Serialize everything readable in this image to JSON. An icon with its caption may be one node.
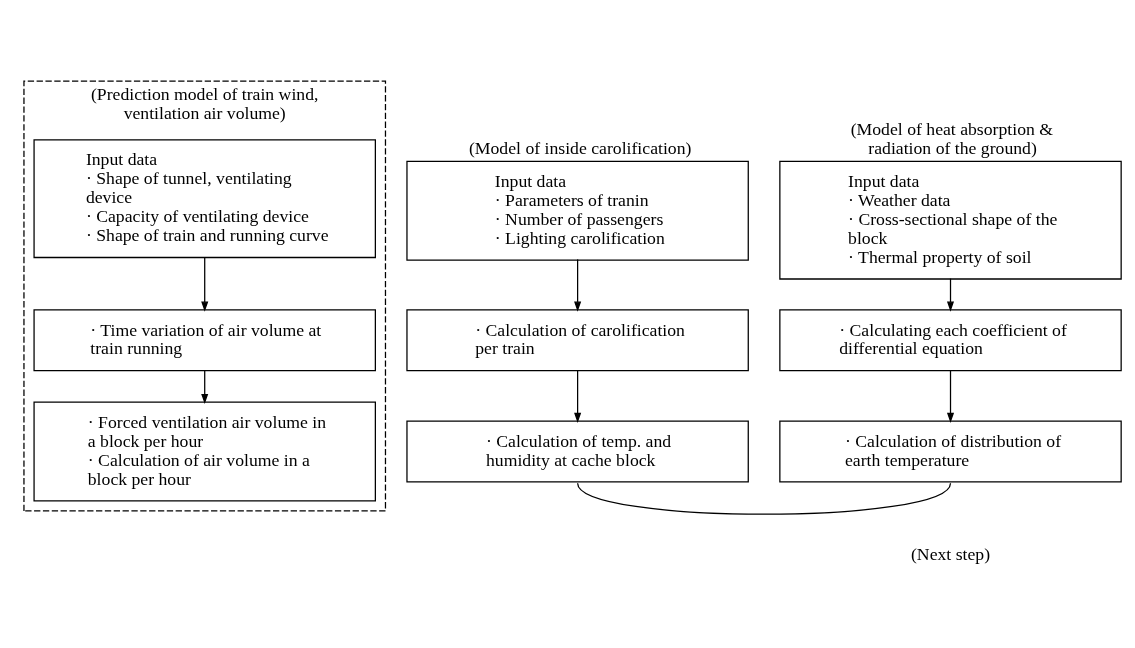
{
  "diagram": {
    "nodes": [
      {
        "text": [
          "(Prediction model of train wind, ventilation air volume)"
        ]
      },
      {
        "text": [
          "Input data",
          "· Shape of tunnel, ventilating device",
          "· Capacity of ventilating device",
          "· Shape of train and running curve"
        ],
        "in": 0
      },
      {
        "text": [
          "· Time variation of air volume at train running"
        ],
        "in": 0
      },
      {
        "text": [
          "· Forced ventilation air volume in a block per hour",
          "· Calculation of air volume in a block per hour"
        ],
        "in": 0
      },
      {
        "text": [
          "Input data",
          "· Parameters of tranin",
          "· Number of passengers",
          "· Lighting carolification"
        ],
        "beside": [
          "(Model of inside carolification)"
        ]
      },
      {
        "text": [
          "· Calculation of carolification per train"
        ]
      },
      {
        "text": [
          "· Calculation of temp. and humidity at cache block"
        ]
      },
      {
        "text": [
          "Input data",
          "· Weather data",
          "· Cross-sectional shape of the block",
          "· Thermal property of soil"
        ],
        "beside": [
          "(Model of heat absorption & radiation of the ground)"
        ]
      },
      {
        "text": [
          "· Calculating each coefficient of differential equation"
        ]
      },
      {
        "text": [
          "· Calculation of distribution of earth temperature"
        ]
      }
    ],
    "edges": [
      {
        "from": 1,
        "to": 2,
        "arrow": "to"
      },
      {
        "from": 2,
        "to": 3,
        "arrow": "to"
      },
      {
        "from": 4,
        "to": 5,
        "arrow": "to"
      },
      {
        "from": 5,
        "to": 6,
        "arrow": "to"
      },
      {
        "from": 7,
        "to": 8,
        "arrow": "to"
      },
      {
        "from": 8,
        "to": 9,
        "arrow": "to"
      },
      {
        "from": 6,
        "to": 9,
        "arrow": "none"
      }
    ],
    "labels": [
      "(Next step)"
    ]
  }
}
